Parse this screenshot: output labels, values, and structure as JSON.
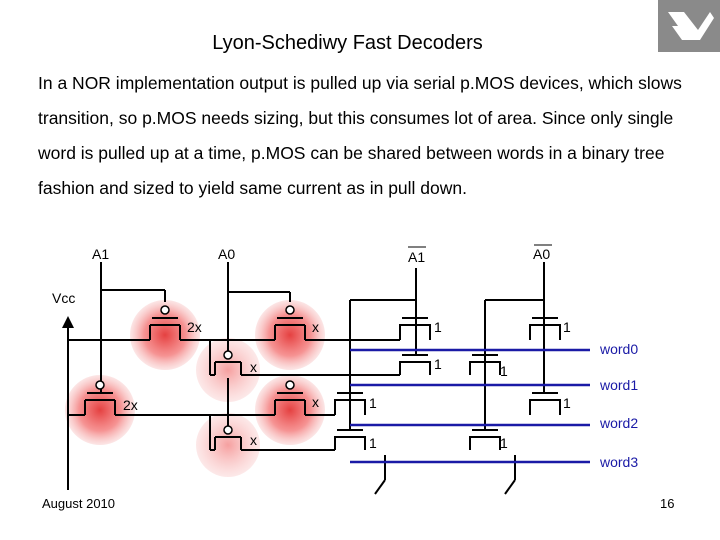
{
  "slide": {
    "title": "Lyon-Schediwy Fast Decoders",
    "body": "In a NOR implementation output is pulled up via serial p.MOS devices, which slows transition, so p.MOS needs sizing, but this consumes lot of area. Since only single word is pulled up at a time, p.MOS can be shared between words in a binary tree fashion and sized to yield same current as in pull down.",
    "date": "August 2010",
    "page": "16"
  },
  "diagram": {
    "inputs": [
      "A1",
      "A0",
      "A1",
      "A0"
    ],
    "supply": "Vcc",
    "words": [
      "word0",
      "word1",
      "word2",
      "word3"
    ],
    "sizes": {
      "s1": "2x",
      "s2": "x",
      "s3": "x",
      "s4": "2x",
      "s5": "x",
      "s6": "x"
    },
    "transistor_labels": [
      "1",
      "1",
      "1",
      "1",
      "1",
      "1",
      "1",
      "1"
    ],
    "colors": {
      "wire": "#000000",
      "word_line": "#1a1aa6",
      "device_glow": "#ee3b3b",
      "logo": "#8a8a8a"
    }
  }
}
